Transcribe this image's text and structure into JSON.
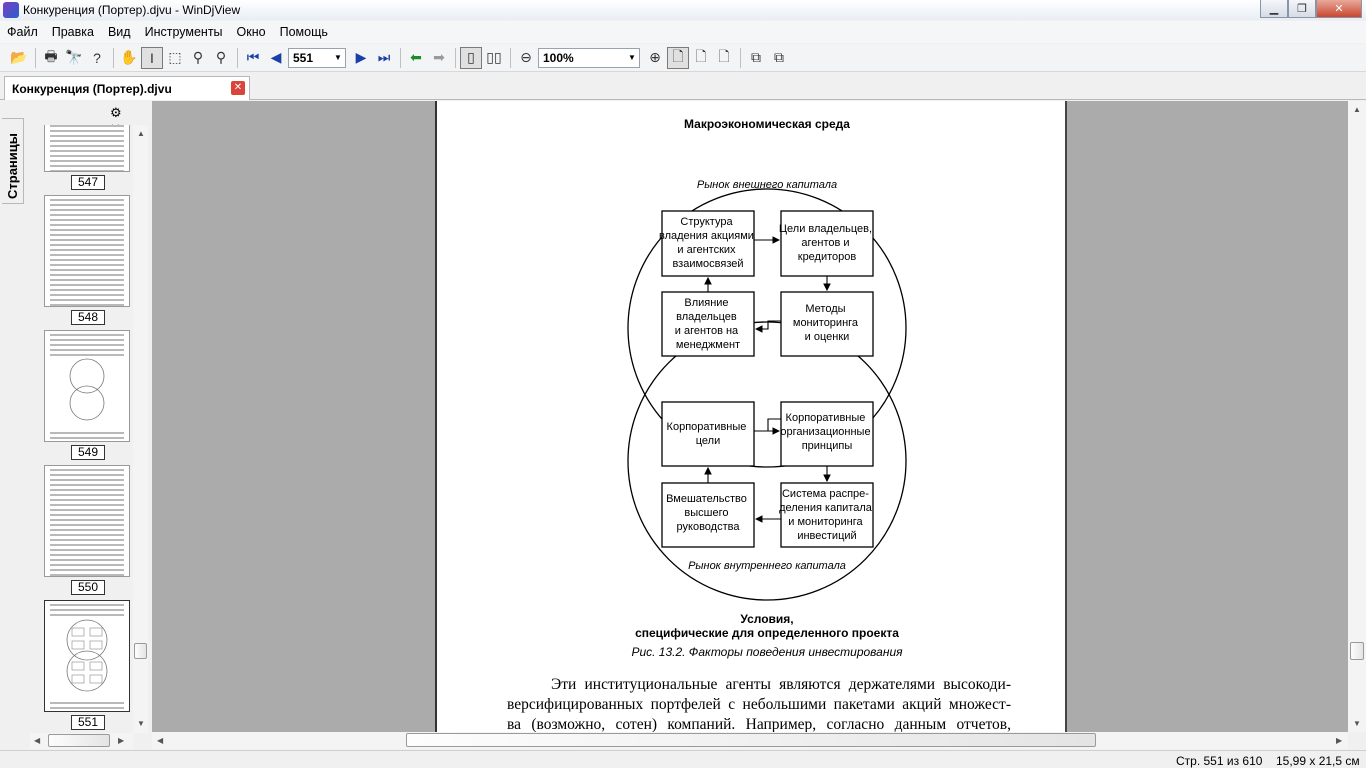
{
  "window": {
    "title": "Конкуренция (Портер).djvu - WinDjView"
  },
  "menu": [
    "Файл",
    "Правка",
    "Вид",
    "Инструменты",
    "Окно",
    "Помощь"
  ],
  "toolbar": {
    "page_value": "551",
    "zoom_value": "100%"
  },
  "doc_tab": {
    "label": "Конкуренция (Портер).djvu"
  },
  "sidebar": {
    "tab_label": "Страницы",
    "pages": [
      "547",
      "548",
      "549",
      "550",
      "551"
    ]
  },
  "document": {
    "figure_title": "Макроэкономическая среда",
    "outer_market": "Рынок внешнего капитала",
    "inner_market": "Рынок внутреннего капитала",
    "boxes": {
      "b1": [
        "Структура",
        "владения акциями",
        "и агентских",
        "взаимосвязей"
      ],
      "b2": [
        "Цели владельцев,",
        "агентов и",
        "кредиторов"
      ],
      "b3": [
        "Влияние",
        "владельцев",
        "и агентов на",
        "менеджмент"
      ],
      "b4": [
        "Методы",
        "мониторинга",
        "и оценки"
      ],
      "b5": [
        "Корпоративные",
        "цели"
      ],
      "b6": [
        "Корпоративные",
        "организационные",
        "принципы"
      ],
      "b7": [
        "Вмешательство",
        "высшего",
        "руководства"
      ],
      "b8": [
        "Система распре-",
        "деления капитала",
        "и мониторинга",
        "инвестиций"
      ]
    },
    "footer_line1": "Условия,",
    "footer_line2": "специфические для определенного проекта",
    "caption": "Рис. 13.2. Факторы поведения инвестирования",
    "paragraph": [
      "Эти институциональные агенты являются держателями высокоди-",
      "версифицированных портфелей с небольшими пакетами акций множест-",
      "ва (возможно, сотен) компаний. Например, согласно данным отчетов,"
    ]
  },
  "status": {
    "page_info": "Стр. 551 из 610",
    "page_size": "15,99 х 21,5 см"
  }
}
